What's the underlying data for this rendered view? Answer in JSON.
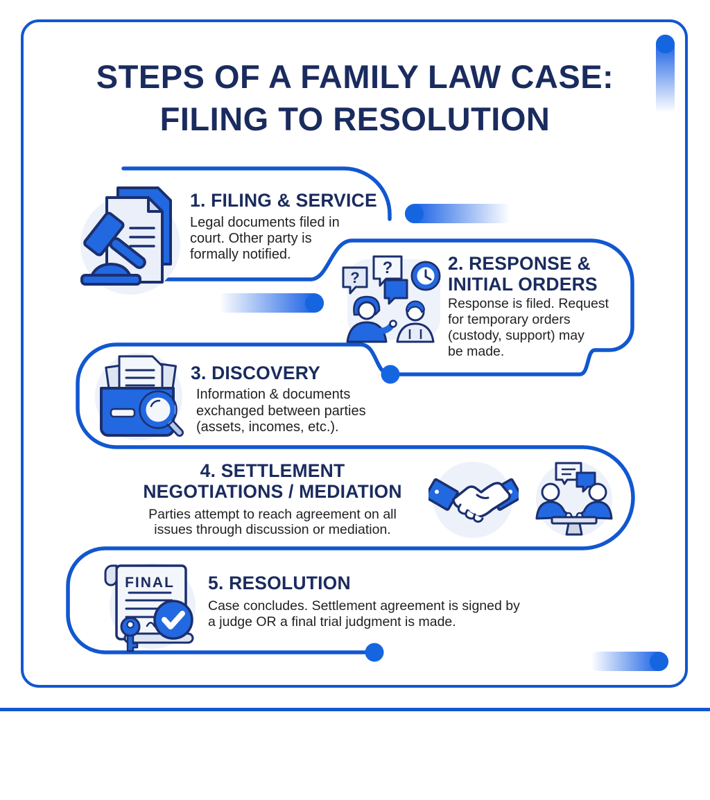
{
  "page": {
    "title_line1": "STEPS OF A FAMILY LAW CASE:",
    "title_line2": "FILING TO RESOLUTION"
  },
  "colors": {
    "path_blue": "#1157d0",
    "dot_blue": "#1565e0",
    "accent_blue": "#2065e5",
    "navy_text": "#1a2b5e",
    "body_text": "#1f2023",
    "icon_fill_blue": "#2268e0",
    "icon_outline_navy": "#1b2f6e",
    "icon_bg_light": "#eef2fa"
  },
  "icons": {
    "question_mark": "?"
  },
  "steps": [
    {
      "id": 1,
      "icon": "gavel-document-icon",
      "title_lines": [
        "1. FILING & SERVICE"
      ],
      "desc_lines": [
        "Legal documents filed in",
        "court. Other party is",
        "formally notified."
      ]
    },
    {
      "id": 2,
      "icon": "people-discussion-icon",
      "title_lines": [
        "2. RESPONSE &",
        "INITIAL ORDERS"
      ],
      "desc_lines": [
        "Response is filed. Request",
        "for temporary orders",
        "(custody, support) may",
        "be made."
      ]
    },
    {
      "id": 3,
      "icon": "discovery-folder-icon",
      "title_lines": [
        "3. DISCOVERY"
      ],
      "desc_lines": [
        "Information & documents",
        "exchanged between parties",
        "(assets, incomes, etc.)."
      ]
    },
    {
      "id": 4,
      "icon": "handshake-icon mediation-table-icon",
      "title_lines": [
        "4. SETTLEMENT",
        "NEGOTIATIONS / MEDIATION"
      ],
      "desc_lines": [
        "Parties attempt to reach agreement on all",
        "issues through discussion or mediation."
      ]
    },
    {
      "id": 5,
      "icon": "final-judgment-icon",
      "icon_label": "FINAL",
      "title_lines": [
        "5. RESOLUTION"
      ],
      "desc_lines": [
        "Case concludes. Settlement agreement is signed by",
        "a judge OR a final trial judgment is made."
      ]
    }
  ]
}
